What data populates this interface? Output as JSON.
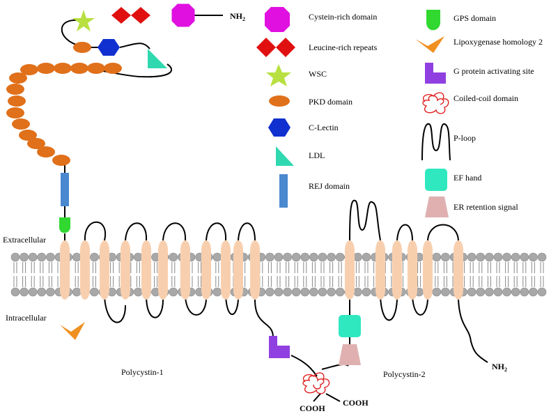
{
  "labels": {
    "extracellular": "Extracellular",
    "intracellular": "Intracellular",
    "pc1": "Polycystin-1",
    "pc2": "Polycystin-2",
    "nh": "NH",
    "nh_sub": "2",
    "cooh": "COOH"
  },
  "legend": {
    "cysteine": "Cystein-rich domain",
    "lrr": "Leucine-rich repeats",
    "wsc": "WSC",
    "pkd": "PKD domain",
    "clectin": "C-Lectin",
    "ldl": "LDL",
    "rej": "REJ domain",
    "gps": "GPS domain",
    "lipox": "Lipoxygenase homology 2",
    "gprotein": "G protein activating site",
    "coiledcoil": "Coiled-coil domain",
    "ploop": "P-loop",
    "efhand": "EF hand",
    "er": "ER retention signal"
  },
  "colors": {
    "cysteine": "#e010e0",
    "lrr": "#e01010",
    "wsc": "#b8e040",
    "pkd": "#e0701a",
    "clectin": "#1030d0",
    "ldl": "#30d8b0",
    "rej": "#4a88d0",
    "gps": "#30d830",
    "lipox": "#f09020",
    "gprotein": "#9040e0",
    "coiledcoil": "#e02020",
    "efhand": "#30e8c0",
    "er": "#e0b0b0",
    "tm_helix": "#f8cfae",
    "lipid_head": "#a8a8a8"
  }
}
